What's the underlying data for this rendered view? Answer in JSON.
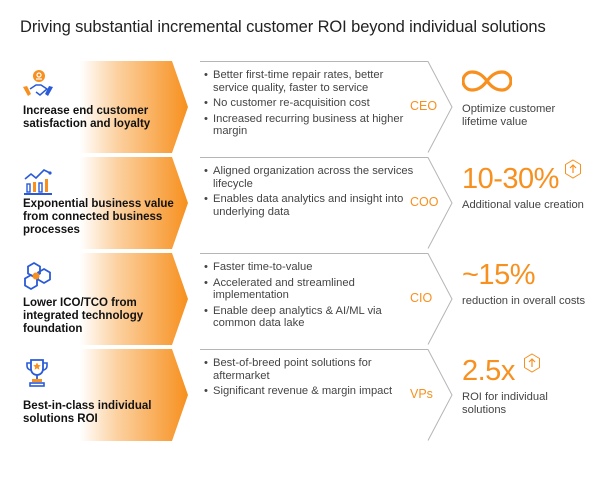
{
  "title": "Driving substantial incremental customer ROI beyond individual solutions",
  "accent": "#f7901e",
  "rows": [
    {
      "label": "Increase end customer satisfaction and loyalty",
      "icon": "handshake-icon",
      "bullets": [
        "Better first-time repair rates, better service quality, faster to service",
        "No customer re-acquisition cost",
        "Increased recurring business at higher margin"
      ],
      "role": "CEO",
      "value": "",
      "description": "Optimize customer lifetime value"
    },
    {
      "label": "Exponential business value from connected business processes",
      "icon": "bar-chart-trend-icon",
      "bullets": [
        "Aligned organization across the services lifecycle",
        "Enables data analytics and insight into underlying data"
      ],
      "role": "COO",
      "value": "10-30%",
      "description": "Additional value creation"
    },
    {
      "label": "Lower ICO/TCO from integrated technology foundation",
      "icon": "hexagon-network-icon",
      "bullets": [
        "Faster time-to-value",
        "Accelerated and streamlined implementation",
        "Enable deep analytics & AI/ML via common data lake"
      ],
      "role": "CIO",
      "value": "~15%",
      "description": "reduction in overall costs"
    },
    {
      "label": "Best-in-class individual solutions ROI",
      "icon": "trophy-icon",
      "bullets": [
        "Best-of-breed point solutions for aftermarket",
        "Significant revenue & margin impact"
      ],
      "role": "VPs",
      "value": "2.5x",
      "description": "ROI for individual solutions"
    }
  ]
}
